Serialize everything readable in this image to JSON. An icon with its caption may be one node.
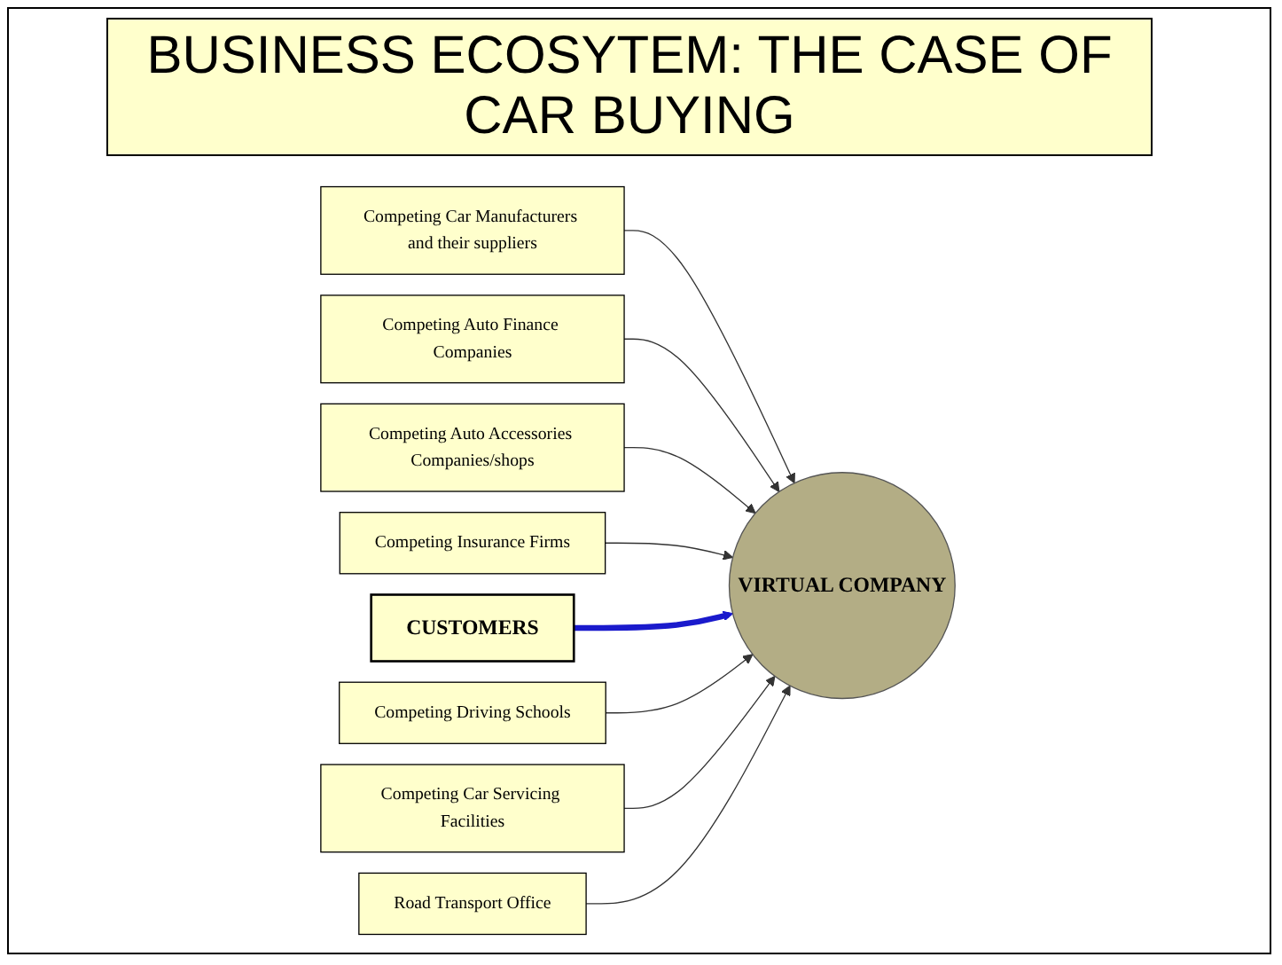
{
  "diagram": {
    "title": "BUSINESS ECOSYTEM: THE CASE OF CAR BUYING",
    "nodes": [
      {
        "text": [
          "Competing Car Manufacturers and their suppliers"
        ]
      },
      {
        "text": [
          "Competing Auto Finance Companies"
        ]
      },
      {
        "text": [
          "Competing Auto Accessories Companies/shops"
        ]
      },
      {
        "text": [
          "Competing Insurance Firms"
        ]
      },
      {
        "text": [
          "VIRTUAL COMPANY"
        ]
      },
      {
        "text": [
          "CUSTOMERS"
        ]
      },
      {
        "text": [
          "Competing Driving Schools"
        ]
      },
      {
        "text": [
          "Competing Car Servicing Facilities"
        ]
      },
      {
        "text": [
          "Road Transport Office"
        ]
      }
    ],
    "edges": [
      {
        "from": 0,
        "to": 4,
        "arrow": "to"
      },
      {
        "from": 1,
        "to": 4,
        "arrow": "to"
      },
      {
        "from": 2,
        "to": 4,
        "arrow": "to"
      },
      {
        "from": 3,
        "to": 4,
        "arrow": "to"
      },
      {
        "from": 5,
        "to": 4,
        "arrow": "to",
        "style": "thick",
        "color": "#1a1acc"
      },
      {
        "from": 6,
        "to": 4,
        "arrow": "to"
      },
      {
        "from": 7,
        "to": 4,
        "arrow": "to"
      },
      {
        "from": 8,
        "to": 4,
        "arrow": "to"
      }
    ]
  }
}
